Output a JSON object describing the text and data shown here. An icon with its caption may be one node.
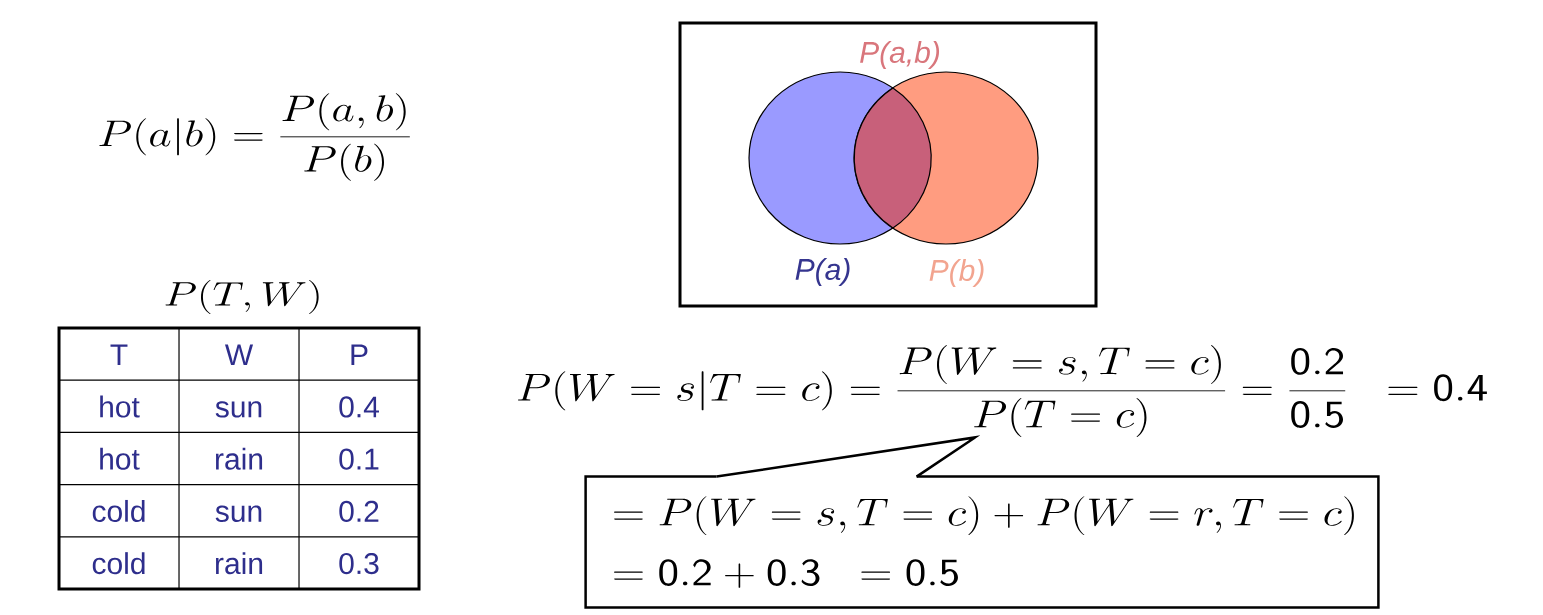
{
  "diagram": {
    "nodes": [
      {
        "text": [],
        "shape": "box"
      },
      {
        "text": [
          "P(a)"
        ],
        "in": 0
      },
      {
        "text": [
          "P(b)"
        ],
        "in": 0
      },
      {
        "text": [],
        "shape": "lens"
      },
      {
        "text": [
          "P(W=s|T=c)=\\frac{P(W=s,T=c)}{P(T=c)}=\\frac{\\mathsf{0.2}}{\\mathsf{0.5}}\\;\\;=\\mathsf{0.4}"
        ]
      },
      {
        "text": [
          "=P(W=s,T=c)+P(W=r,T=c)",
          "=\\mathsf{0.2}+\\mathsf{0.3}\\;\\;=\\mathsf{0.5}"
        ]
      }
    ],
    "edges": [
      {
        "from": 5,
        "to": 4,
        "arrow": "none"
      }
    ],
    "labels": [
      "P(a|b)=\\frac{P(a,b)}{P(b)}",
      "P(a,b)",
      "P(T,W)",
      "T",
      "W",
      "P",
      "hot",
      "sun",
      "0.4",
      "hot",
      "rain",
      "0.1",
      "cold",
      "sun",
      "0.2",
      "cold",
      "rain",
      "0.3"
    ]
  }
}
